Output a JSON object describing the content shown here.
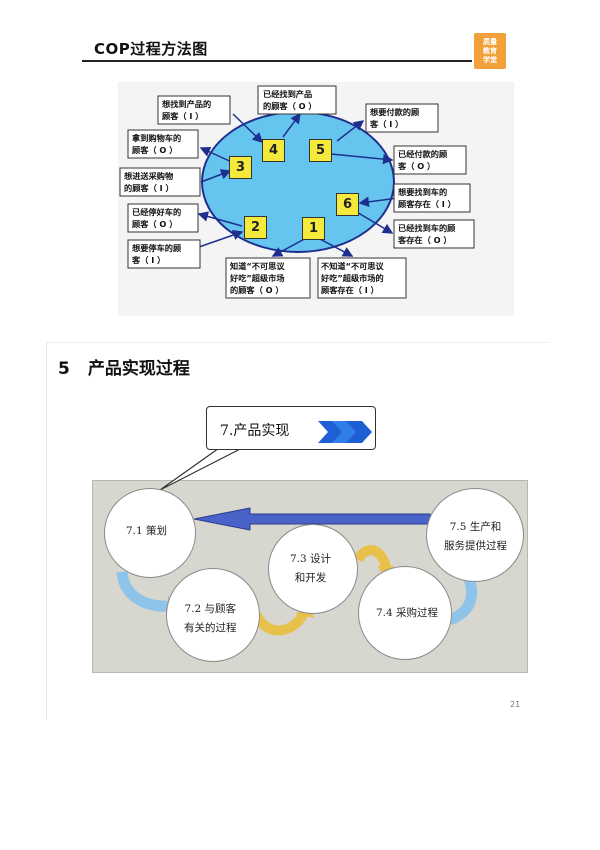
{
  "header": {
    "title": "COP过程方法图",
    "logo_lines": [
      "质量",
      "教育",
      "学堂"
    ]
  },
  "cop": {
    "labels": {
      "l4": [
        "想找到产品的",
        "顾客（ I ）"
      ],
      "l_top": [
        "已经找到产品",
        "的顾客（ O ）"
      ],
      "l5": [
        "想要付款的顾",
        "客（ I ）"
      ],
      "l_cart_o": [
        "拿到购物车的",
        "顾客（ O ）"
      ],
      "l_paid": [
        "已经付款的顾",
        "客（ O ）"
      ],
      "l_cart_i": [
        "想进送采购物",
        "的顾客（ I ）"
      ],
      "l6": [
        "想要找到车的",
        "顾客存在（ I ）"
      ],
      "l_parked": [
        "已经停好车的",
        "顾客（ O ）"
      ],
      "l_found_car": [
        "已经找到车的顾",
        "客存在（ O ）"
      ],
      "l_park": [
        "想要停车的顾",
        "客（ I ）"
      ],
      "l2": [
        "知道“不可思议",
        "好吃”超级市场",
        "的顾客（ O ）"
      ],
      "l1": [
        "不知道“不可思议",
        "好吃”超级市场的",
        "顾客存在（ I ）"
      ]
    },
    "numbers": [
      "1",
      "2",
      "3",
      "4",
      "5",
      "6"
    ]
  },
  "section": {
    "number": "5",
    "heading": "产品实现过程",
    "callout": "7.产品实现",
    "steps": {
      "s71": "7.1 策划",
      "s72a": "7.2 与顾客",
      "s72b": "有关的过程",
      "s73a": "7.3 设计",
      "s73b": "和开发",
      "s74": "7.4 采购过程",
      "s75a": "7.5 生产和",
      "s75b": "服务提供过程"
    },
    "page_number": "21"
  },
  "colors": {
    "ellipse_fill": "#66c5ee",
    "arrow_blue": "#1f2f8f",
    "number_box": "#f5e93c",
    "process_bg": "#d7d6cf",
    "arrow_gold": "#e8c14a",
    "arrow_light_blue": "#8fc4ea"
  }
}
